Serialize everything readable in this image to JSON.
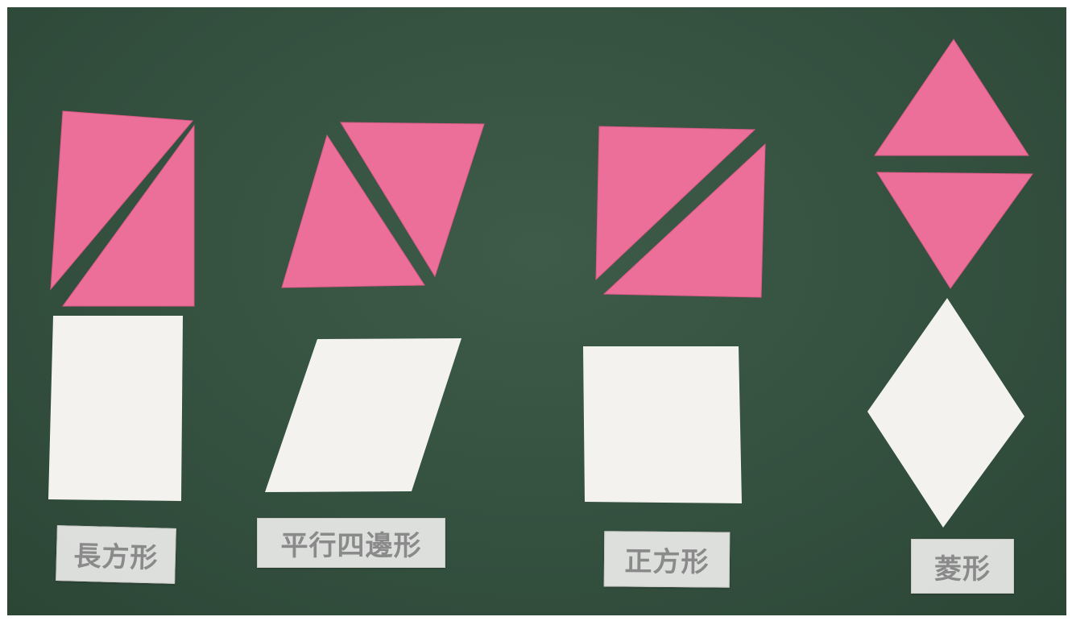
{
  "labels": {
    "rectangle": "長方形",
    "parallelogram": "平行四邊形",
    "square": "正方形",
    "rhombus": "菱形"
  },
  "colors": {
    "board": "#34503f",
    "triangle_pieces": "#ec6f9a",
    "shape_cards": "#f3f2ee",
    "label_text": "#8a8a8a"
  }
}
